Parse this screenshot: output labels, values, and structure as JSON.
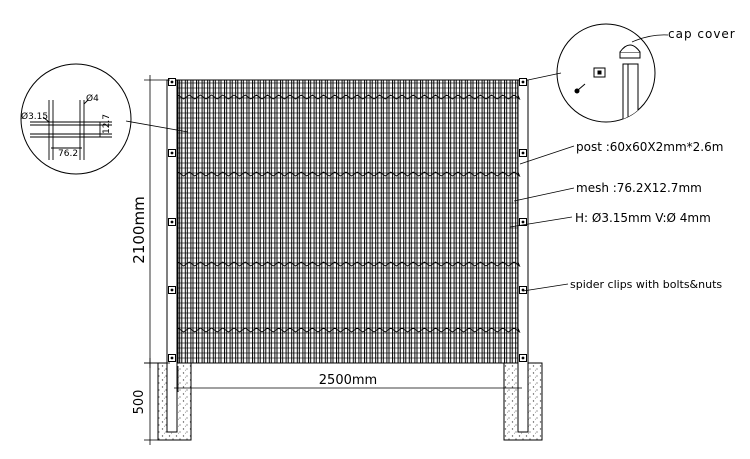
{
  "callouts": {
    "cap_cover": "cap cover",
    "post": "post :60x60X2mm*2.6m",
    "mesh": "mesh :76.2X12.7mm",
    "wire": "H: Ø3.15mm V:Ø 4mm",
    "clips": "spider clips with bolts&nuts"
  },
  "dimensions": {
    "height": "2100mm",
    "width": "2500mm",
    "foundation": "500"
  },
  "detail": {
    "d_horizontal": "Ø3.15",
    "d_vertical": "Ø4",
    "pitch_v": "12.7",
    "pitch_h": "76.2"
  },
  "colors": {
    "line": "#000000",
    "concrete_dot": "#555555"
  }
}
